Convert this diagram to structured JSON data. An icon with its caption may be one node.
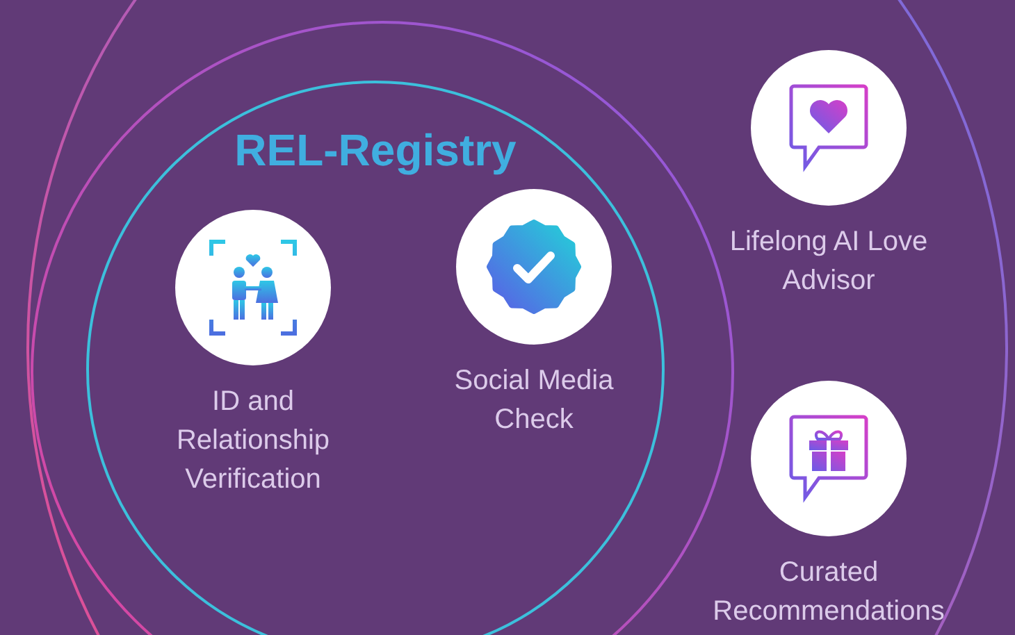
{
  "diagram": {
    "nodes": [
      {
        "text": [
          "REL-Registry"
        ]
      },
      {
        "text": [
          "ID and Relationship Verification"
        ],
        "in": 0
      },
      {
        "text": [
          "Social Media Check"
        ],
        "in": 0
      },
      {
        "text": [
          "Lifelong AI Love Advisor"
        ]
      },
      {
        "text": [
          "Curated Recommendations"
        ]
      }
    ]
  }
}
